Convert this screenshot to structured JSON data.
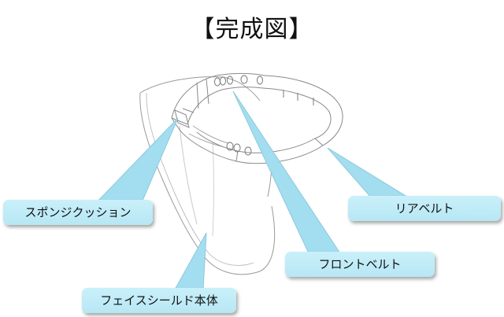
{
  "title": "【完成図】",
  "labels": {
    "sponge": "スポンジクッション",
    "rear_belt": "リアベルト",
    "front_belt": "フロントベルト",
    "shield_body": "フェイスシールド本体"
  },
  "colors": {
    "callout_fill": "#bfeaf6",
    "callout_pointer": "#9fdcef",
    "line_art": "#888888"
  }
}
